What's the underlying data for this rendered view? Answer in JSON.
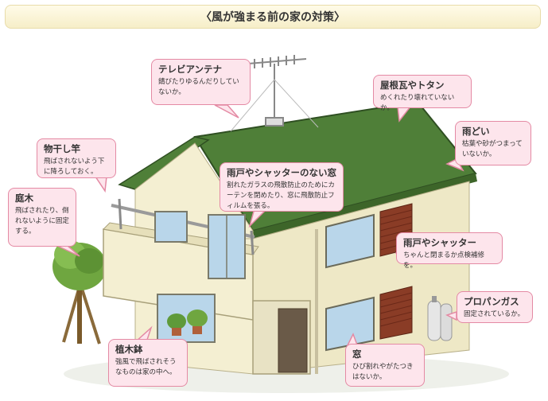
{
  "title": "〈風が強まる前の家の対策〉",
  "colors": {
    "callout_bg": "#fde5ec",
    "callout_border": "#e48aa4",
    "roof": "#4f7f38",
    "wall": "#f4efd2",
    "shutter": "#8a3c26"
  },
  "callouts": {
    "tv_antenna": {
      "heading": "テレビアンテナ",
      "body": "錆びたりゆるんだりしていないか。"
    },
    "roof_tile": {
      "heading": "屋根瓦やトタン",
      "body": "めくれたり壊れていないか。"
    },
    "gutter": {
      "heading": "雨どい",
      "body": "枯葉や砂がつまっていないか。"
    },
    "laundry_pole": {
      "heading": "物干し竿",
      "body": "飛ばされないよう下に降ろしておく。"
    },
    "window_no_shutter": {
      "heading": "雨戸やシャッターのない窓",
      "body": "割れたガラスの飛散防止のためにカーテンを閉めたり、窓に飛散防止フィルムを張る。"
    },
    "garden_tree": {
      "heading": "庭木",
      "body": "飛ばされたり、倒れないように固定する。"
    },
    "shutter": {
      "heading": "雨戸やシャッター",
      "body": "ちゃんと閉まるか点検補修を。"
    },
    "propane_gas": {
      "heading": "プロパンガス",
      "body": "固定されているか。"
    },
    "planter": {
      "heading": "植木鉢",
      "body": "強風で飛ばされそうなものは家の中へ。"
    },
    "window": {
      "heading": "窓",
      "body": "ひび割れやがたつきはないか。"
    }
  }
}
